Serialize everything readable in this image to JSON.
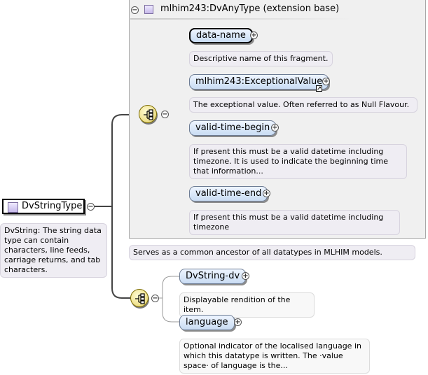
{
  "extension": {
    "title": "mlhim243:DvAnyType (extension base)",
    "collapse": "−",
    "annotation": "Serves as a common ancestor of all datatypes in MLHIM models."
  },
  "root": {
    "name": "DvStringType",
    "collapse": "−",
    "annotation": "DvString: The string data type can contain characters, line feeds, carriage returns, and tab characters."
  },
  "sequence_collapse": "−",
  "inherited_elements": [
    {
      "name": "data-name",
      "expand": "+",
      "doc": "Descriptive name of this fragment."
    },
    {
      "name": "mlhim243:ExceptionalValue",
      "expand": "+",
      "doc": "The exceptional value. Often referred to as Null Flavour."
    },
    {
      "name": "valid-time-begin",
      "expand": "+",
      "doc": "If present this must be a valid datetime including timezone. It is used to indicate the beginning time that information..."
    },
    {
      "name": "valid-time-end",
      "expand": "+",
      "doc": "If present this must be a valid datetime including timezone"
    }
  ],
  "own_elements": [
    {
      "name": "DvString-dv",
      "expand": "+",
      "doc": "Displayable rendition of the item."
    },
    {
      "name": "language",
      "expand": "+",
      "doc": "Optional indicator of the localised language in which this datatype is written. The ·value space· of language is the..."
    }
  ]
}
